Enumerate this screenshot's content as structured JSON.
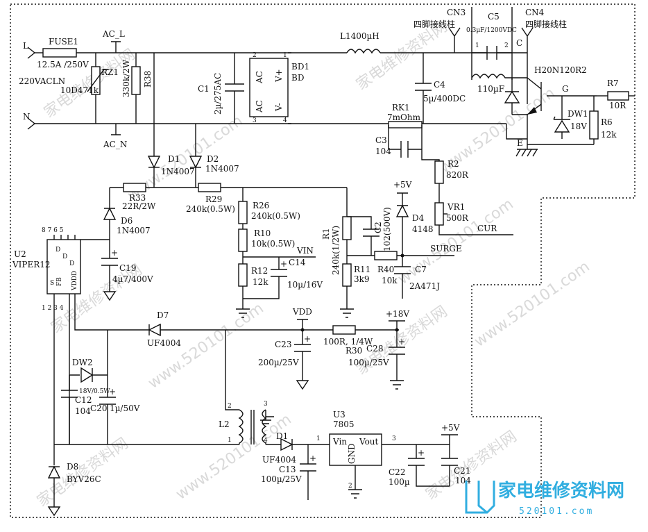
{
  "labels": {
    "L": "L",
    "N": "N",
    "FUSE1": "FUSE1",
    "fuse_val": "12.5A /250V",
    "ac_in": "220VACLN",
    "AC_L": "AC_L",
    "AC_N": "AC_N",
    "RZ1": "RZ1",
    "RZ1_val": "10D471k",
    "R38_val": "330k/2W",
    "R38": "R38",
    "C1": "C1",
    "C1_val": "2µ/275AC",
    "BD1": "BD1",
    "BD": "BD",
    "ac1": "AC",
    "ac2": "AC",
    "vplus": "V+",
    "vminus": "V-",
    "pin2": "2",
    "pin3": "3",
    "pin1": "1",
    "pin4": "4",
    "L1": "L1400µH",
    "CN3": "CN3",
    "CN3_desc": "四脚接线柱",
    "CN4": "CN4",
    "CN4_desc": "四脚接线柱",
    "C5": "C5",
    "C5_val": "0.3µF/1200VDC",
    "C5_p1": "1",
    "C5_p2": "2",
    "C_mark": "C",
    "coil_val": "110µF",
    "C4": "C4",
    "C4_val": "5µ/400DC",
    "RK1": "RK1",
    "RK1_val": "7mOhm",
    "C3": "C3",
    "C3_val": "104",
    "igbt": "H20N120R2",
    "G": "G",
    "E": "E",
    "R7": "R7",
    "R7_val": "10R",
    "DW1": "DW1",
    "DW1_val": "18V",
    "R6": "R6",
    "R6_val": "12k",
    "R2": "R2",
    "R2_val": "820R",
    "VR1": "VR1",
    "VR1_val": "500R",
    "CUR": "CUR",
    "D1": "D1",
    "D1_val": "1N4007",
    "D2": "D2",
    "D2_val": "1N4007",
    "R33": "R33",
    "R33_val": "22R/2W",
    "R29": "R29",
    "R29_val": "240k(0.5W)",
    "R26": "R26",
    "R26_val": "240k(0.5W)",
    "R10": "R10",
    "R10_val": "10k(0.5W)",
    "VIN": "VIN",
    "R12": "R12",
    "R12_val": "12k",
    "C14": "C14",
    "C14_val": "10µ/16V",
    "D6": "D6",
    "D6_val": "1N4007",
    "U2": "U2",
    "U2_val": "VIPER12",
    "u2_pins_top": "8 7 6 5",
    "u2_pins_bot": "1 2 3 4",
    "u2_D": "D",
    "u2_S": "S",
    "u2_FB": "FB",
    "u2_VDD": "VDDD",
    "C19": "C19",
    "C19_val": "4µ7/400V",
    "R1": "R1",
    "R1_val": "240k(1/2W)",
    "C2": "C2",
    "C2_val": "102(500V)",
    "plus5v_top": "+5V",
    "D4": "D4",
    "D4_val": "4148",
    "SURGE": "SURGE",
    "R11": "R11",
    "R11_val": "3k9",
    "R40": "R40",
    "R40_val": "10k",
    "C7": "C7",
    "C7_val": "2A471J",
    "D7": "D7",
    "D7_val": "UF4004",
    "VDD": "VDD",
    "R30": "R30",
    "R30_val": "100R, 1/4W",
    "plus18v": "+18V",
    "C23": "C23",
    "C23_val": "200µ/25V",
    "C28": "C28",
    "C28_val": "100µ/25V",
    "DW2": "DW2",
    "DW2_val": "18V/0.5W",
    "C12": "C12",
    "C12_val": "104",
    "C20": "C20",
    "C20_val": "1µ/50V",
    "L2": "L2",
    "L2_p1": "1",
    "L2_p2": "2",
    "L2_p3": "3",
    "L2_p4": "4",
    "D1b": "D1",
    "D1b_val": "UF4004",
    "C13": "C13",
    "C13_val": "100µ/25V",
    "U3": "U3",
    "U3_val": "7805",
    "vin": "Vin",
    "gnd": "GND",
    "vout": "Vout",
    "u3_p1": "1",
    "u3_p2": "2",
    "u3_p3": "3",
    "plus5v_bot": "+5V",
    "C22": "C22",
    "C22_val": "100µ",
    "C21": "C21",
    "C21_val": "104",
    "D8": "D8",
    "D8_val": "BYV26C"
  },
  "watermarks": [
    "家电维修资料网",
    "www.520101.com"
  ],
  "logo": {
    "title": "家电维修资料网",
    "url": "520101.com"
  }
}
